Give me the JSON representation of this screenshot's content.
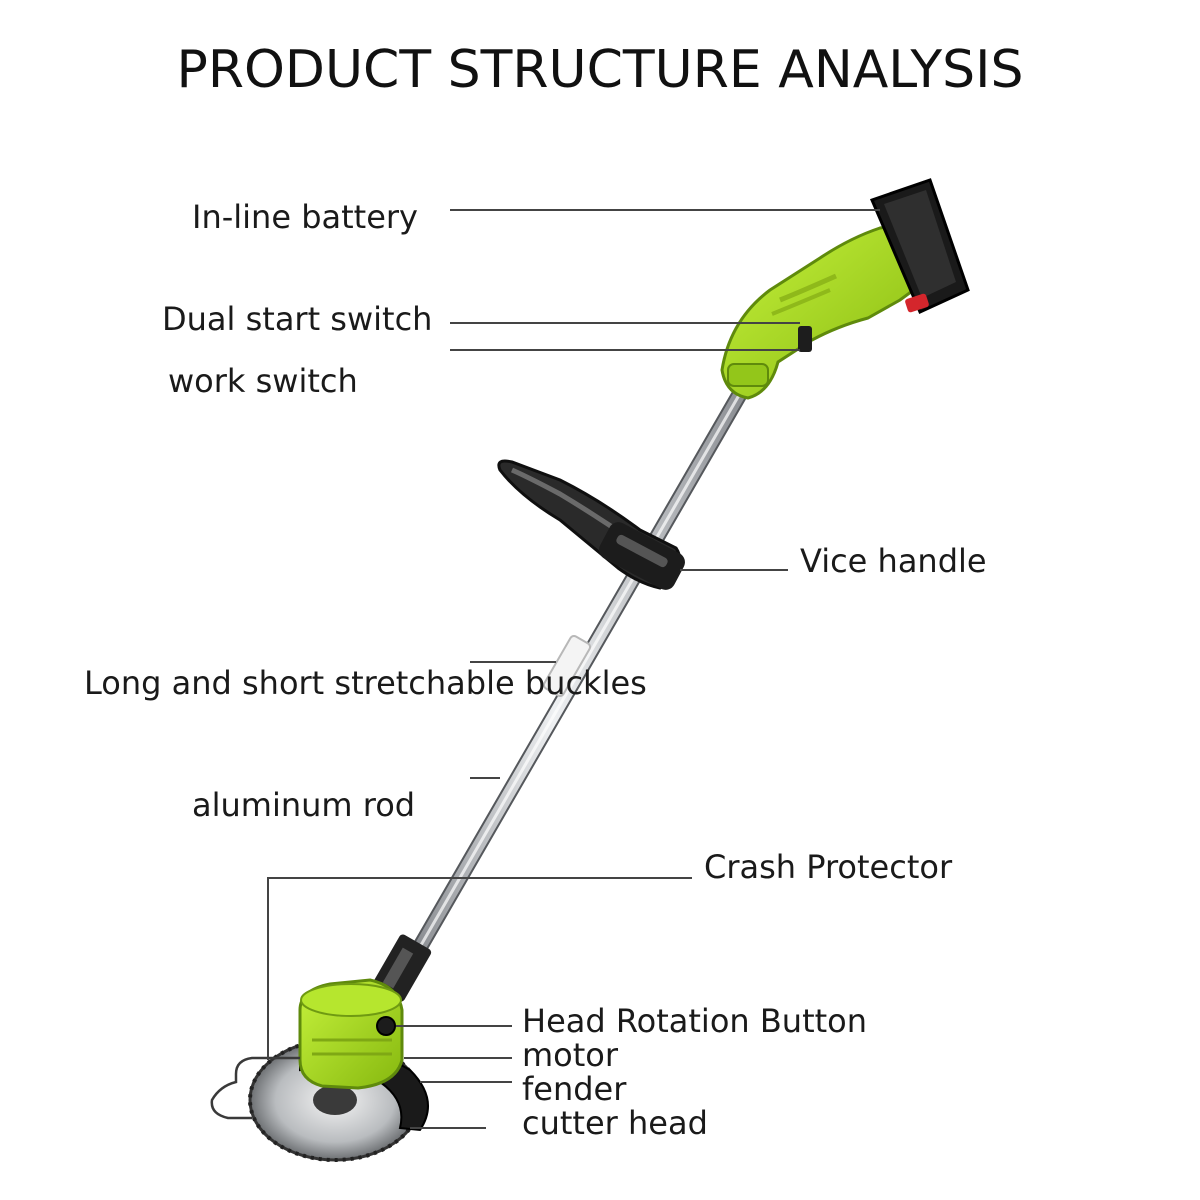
{
  "title": "PRODUCT STRUCTURE ANALYSIS",
  "labels": {
    "battery": "In-line battery",
    "dual_start": "Dual start switch",
    "work_switch": "work switch",
    "vice_handle": "Vice handle",
    "buckles": "Long and short stretchable buckles",
    "rod": "aluminum rod",
    "crash": "Crash Protector",
    "head_rotation": "Head Rotation Button",
    "motor": "motor",
    "fender": "fender",
    "cutter": "cutter head"
  },
  "colors": {
    "body_green": "#a8e21e",
    "dark_green": "#6f9a12",
    "rod_silver": "#c9ccd0",
    "black": "#1b1b1b",
    "accent_red": "#d4262c",
    "leader_line": "#444444"
  }
}
